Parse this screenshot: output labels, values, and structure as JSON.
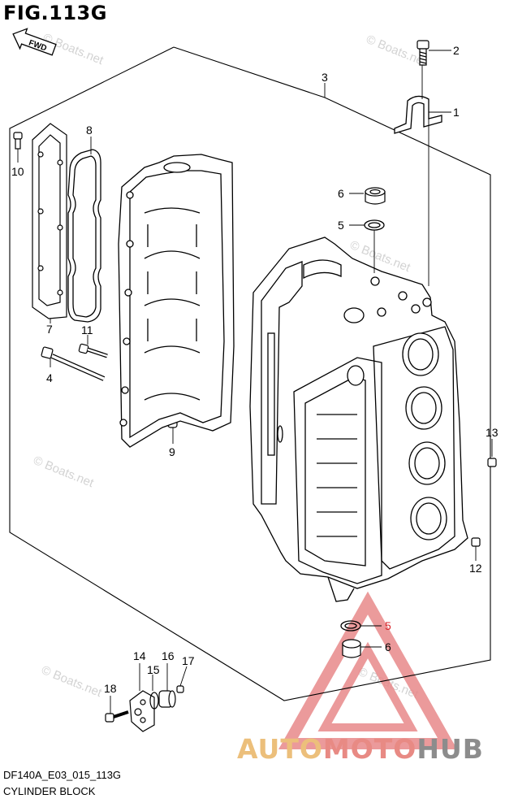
{
  "figure": {
    "title": "FIG.113G",
    "fwd_label": "FWD",
    "code": "DF140A_E03_015_113G",
    "name": "CYLINDER BLOCK"
  },
  "watermark": {
    "text": "© Boats.net"
  },
  "brand": {
    "part1": "AUTO",
    "part2": "MOTO",
    "part3": "HUB",
    "colors": {
      "auto": "#ecbf7b",
      "moto": "#e88a84",
      "hub": "#8c8c8c",
      "triangle": "#e8898a"
    }
  },
  "callouts": {
    "c1": "1",
    "c2": "2",
    "c3": "3",
    "c4": "4",
    "c5a": "5",
    "c5b": "5",
    "c6a": "6",
    "c6b": "6",
    "c7": "7",
    "c8": "8",
    "c9": "9",
    "c10": "10",
    "c11": "11",
    "c12": "12",
    "c13": "13",
    "c14": "14",
    "c15": "15",
    "c16": "16",
    "c17": "17",
    "c18": "18"
  }
}
